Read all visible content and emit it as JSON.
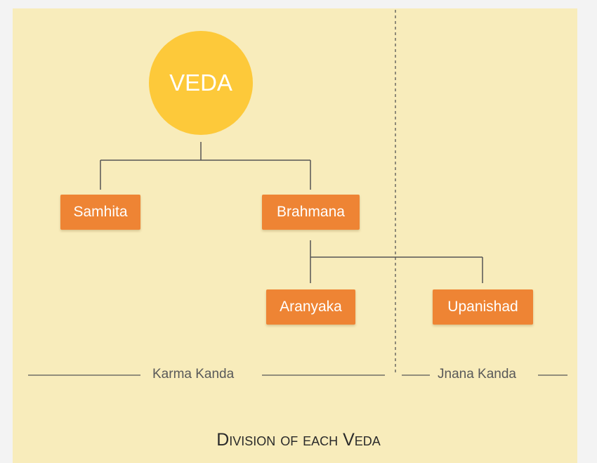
{
  "diagram": {
    "root": {
      "label": "VEDA"
    },
    "nodes": {
      "samhita": "Samhita",
      "brahmana": "Brahmana",
      "aranyaka": "Aranyaka",
      "upanishad": "Upanishad"
    },
    "sections": {
      "karma": "Karma Kanda",
      "jnana": "Jnana Kanda"
    },
    "title": "Division of each Veda"
  },
  "colors": {
    "background": "#f8ecbb",
    "root_fill": "#fdc93a",
    "node_fill": "#ee8434",
    "line": "#555555"
  }
}
